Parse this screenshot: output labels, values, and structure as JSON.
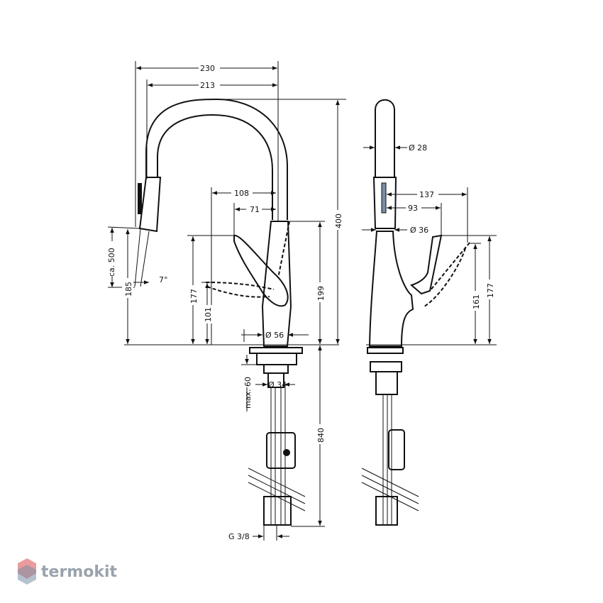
{
  "drawing": {
    "dimensions": {
      "overall_width": "230",
      "spout_reach": "213",
      "lever_reach": "108",
      "lever_reach_inner": "71",
      "height": "400",
      "spray_range": "ca. 500",
      "angle": "7°",
      "spout_outlet_height": "185",
      "lever_height": "177",
      "lever_inner_height": "101",
      "body_height": "199",
      "base_diameter": "Ø 56",
      "max_thickness": "max. 60",
      "hole_diameter": "Ø 34",
      "hose_length": "840",
      "connection": "G 3/8",
      "spray_diameter": "Ø 28",
      "side_reach": "137",
      "side_reach_inner": "93",
      "body_diameter": "Ø 36",
      "side_lever_height": "177",
      "side_lever_inner_height": "161"
    }
  },
  "brand": {
    "name": "termokit",
    "accent_color": "#d94a4a",
    "secondary_color": "#7a8ea6"
  }
}
